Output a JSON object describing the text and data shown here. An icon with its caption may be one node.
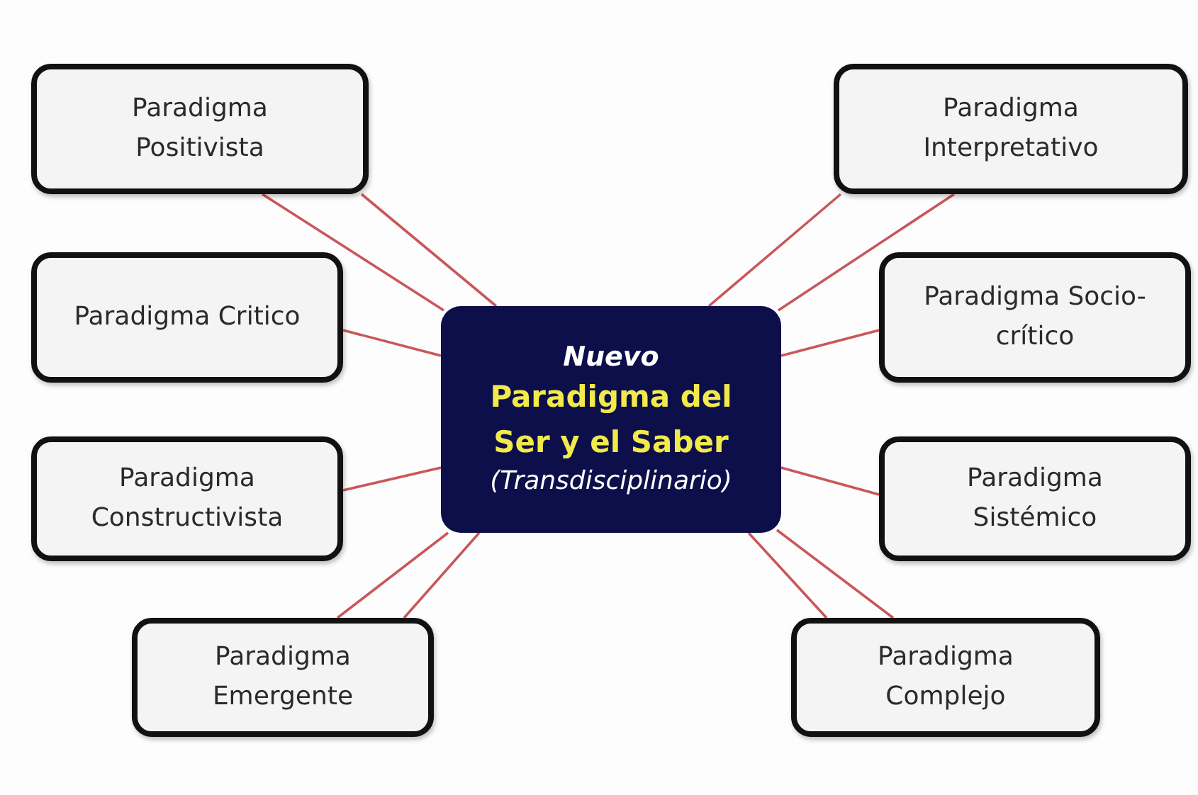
{
  "diagram": {
    "nodes": [
      {
        "text": [
          "Nuevo",
          "Paradigma del Ser y el Saber",
          "(Transdisciplinario)"
        ]
      },
      {
        "text": [
          "Paradigma Positivista"
        ]
      },
      {
        "text": [
          "Paradigma Critico"
        ]
      },
      {
        "text": [
          "Paradigma Constructivista"
        ]
      },
      {
        "text": [
          "Paradigma Emergente"
        ]
      },
      {
        "text": [
          "Paradigma Interpretativo"
        ]
      },
      {
        "text": [
          "Paradigma Socio-crítico"
        ]
      },
      {
        "text": [
          "Paradigma Sistémico"
        ]
      },
      {
        "text": [
          "Paradigma Complejo"
        ]
      }
    ],
    "edges": [
      {
        "from": 1,
        "to": 0,
        "arrow": "none"
      },
      {
        "from": 1,
        "to": 0,
        "arrow": "none"
      },
      {
        "from": 2,
        "to": 0,
        "arrow": "none"
      },
      {
        "from": 3,
        "to": 0,
        "arrow": "none"
      },
      {
        "from": 4,
        "to": 0,
        "arrow": "none"
      },
      {
        "from": 4,
        "to": 0,
        "arrow": "none"
      },
      {
        "from": 5,
        "to": 0,
        "arrow": "none"
      },
      {
        "from": 5,
        "to": 0,
        "arrow": "none"
      },
      {
        "from": 6,
        "to": 0,
        "arrow": "none"
      },
      {
        "from": 7,
        "to": 0,
        "arrow": "none"
      },
      {
        "from": 8,
        "to": 0,
        "arrow": "none"
      },
      {
        "from": 8,
        "to": 0,
        "arrow": "none"
      }
    ]
  }
}
